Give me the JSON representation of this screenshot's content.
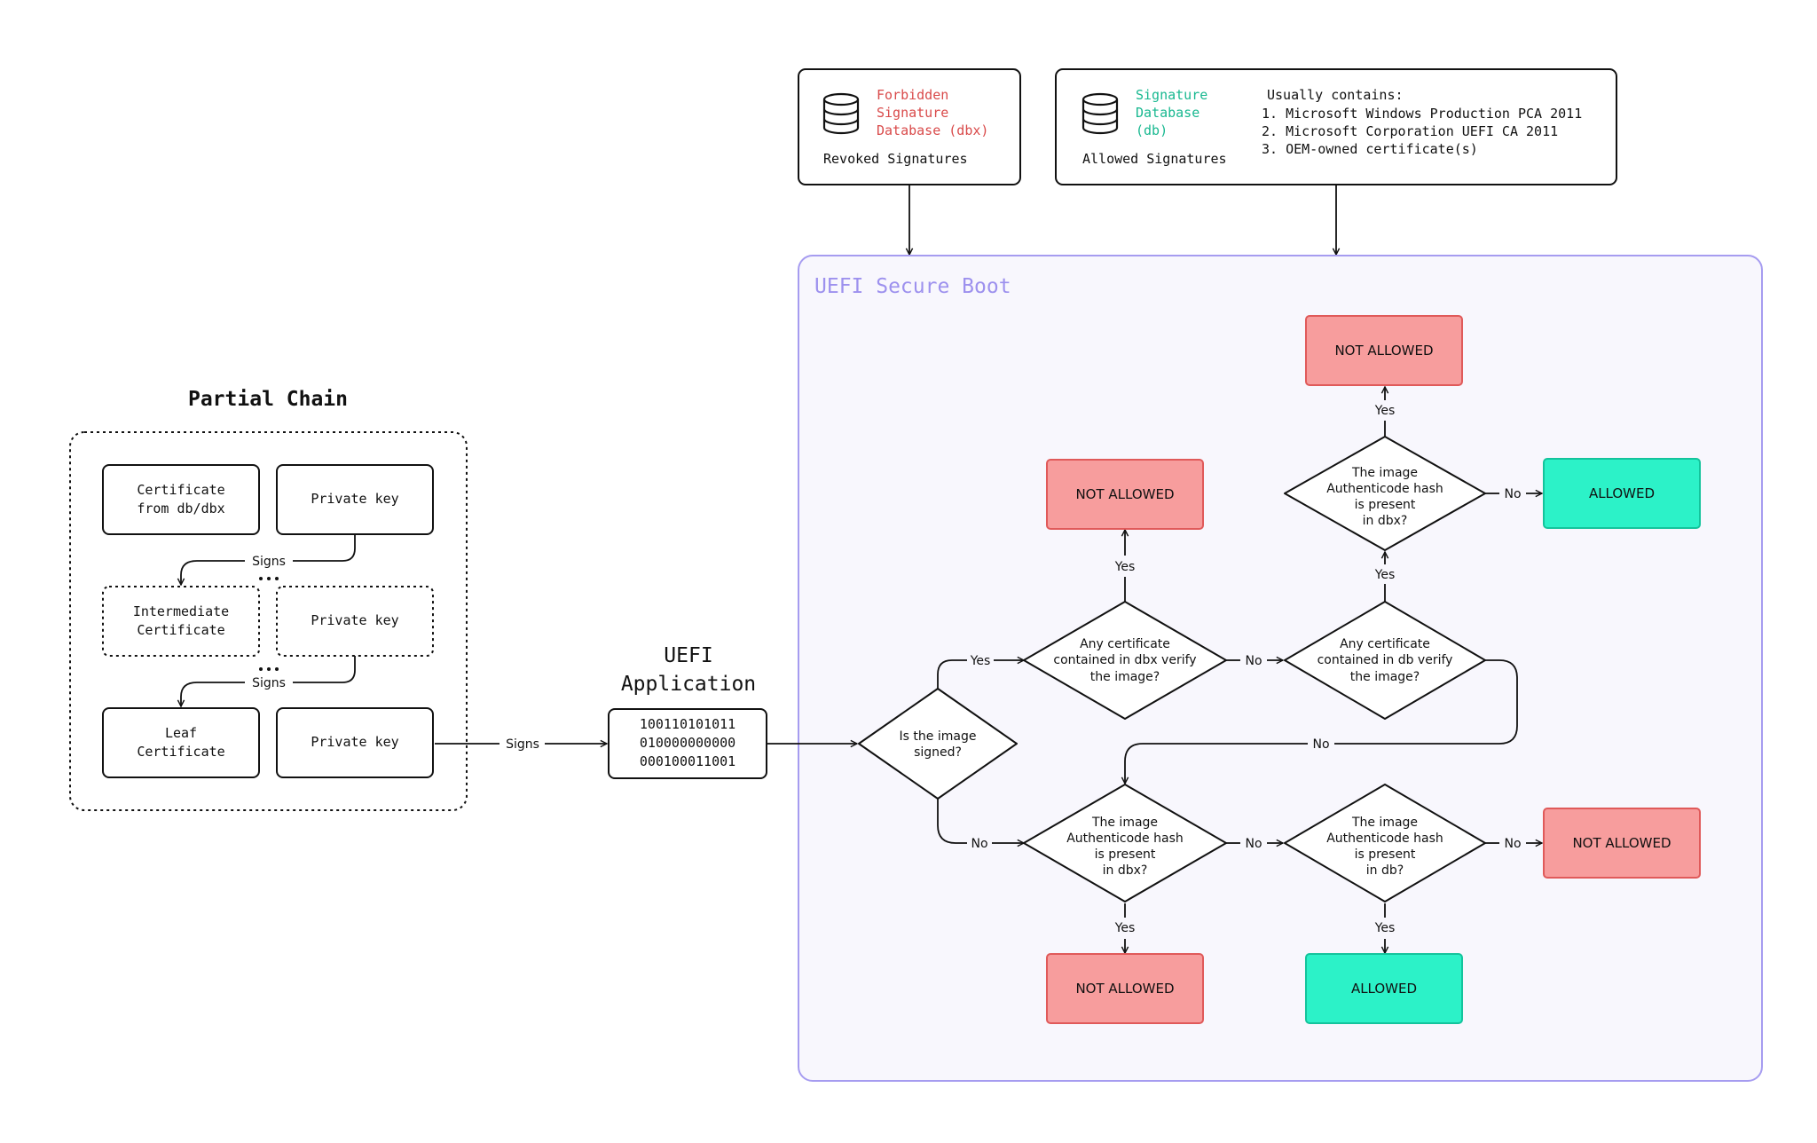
{
  "partial_chain": {
    "title": "Partial Chain",
    "cert_db": [
      "Certificate",
      "from db/dbx"
    ],
    "private_key": "Private key",
    "intermediate": [
      "Intermediate",
      "Certificate"
    ],
    "leaf": [
      "Leaf",
      "Certificate"
    ],
    "signs": "Signs"
  },
  "uefi_application": {
    "title": [
      "UEFI",
      "Application"
    ],
    "binary": [
      "100110101011",
      "010000000000",
      "000100011001"
    ]
  },
  "dbx": {
    "name": [
      "Forbidden",
      "Signature",
      "Database (dbx)"
    ],
    "caption": "Revoked Signatures"
  },
  "db": {
    "name": [
      "Signature",
      "Database",
      "(db)"
    ],
    "caption": "Allowed Signatures",
    "contains_title": "Usually contains:",
    "contains": [
      "1. Microsoft Windows Production PCA 2011",
      "2. Microsoft Corporation UEFI CA 2011",
      "3. OEM-owned certificate(s)"
    ]
  },
  "secure_boot": {
    "title": "UEFI Secure Boot",
    "is_signed": [
      "Is the image",
      "signed?"
    ],
    "cert_dbx": [
      "Any certificate",
      "contained in dbx  verify",
      "the image?"
    ],
    "cert_db": [
      "Any certificate",
      "contained in db  verify",
      "the image?"
    ],
    "hash_dbx_top": [
      "The image",
      "Authenticode hash",
      "is present",
      "in dbx?"
    ],
    "hash_dbx_bottom": [
      "The image",
      "Authenticode hash",
      "is present",
      "in dbx?"
    ],
    "hash_db": [
      "The image",
      "Authenticode hash",
      "is present",
      "in db?"
    ],
    "not_allowed": "NOT ALLOWED",
    "allowed": "ALLOWED",
    "yes": "Yes",
    "no": "No"
  },
  "colors": {
    "not_allowed_fill": "#f79d9d",
    "not_allowed_stroke": "#e05a5a",
    "allowed_fill": "#2cf2c8",
    "allowed_stroke": "#14c49c",
    "frame_stroke": "#a69cf0",
    "frame_fill": "#f8f7fd",
    "title_purple": "#9d91ee",
    "dbx_red": "#d94a4a",
    "db_teal": "#18b890"
  }
}
